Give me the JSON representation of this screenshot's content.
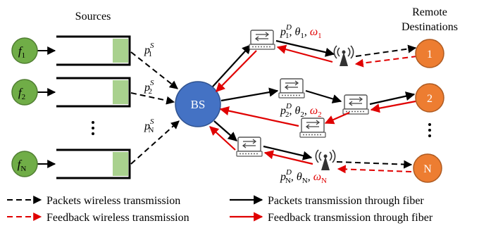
{
  "headings": {
    "sources": "Sources",
    "remote_line1": "Remote",
    "remote_line2": "Destinations"
  },
  "sources": [
    {
      "label": "f",
      "sub": "1"
    },
    {
      "label": "f",
      "sub": "2"
    },
    {
      "label": "f",
      "sub": "N"
    }
  ],
  "source_rate_labels": [
    {
      "base": "p",
      "sup": "S",
      "sub": "1"
    },
    {
      "base": "p",
      "sup": "S",
      "sub": "2"
    },
    {
      "base": "p",
      "sup": "S",
      "sub": "N"
    }
  ],
  "base_station": "BS",
  "destinations": [
    "1",
    "2",
    "N"
  ],
  "link_labels": [
    {
      "p_sup": "D",
      "p_sub": "1",
      "theta_sub": "1",
      "omega_sub": "1"
    },
    {
      "p_sup": "D",
      "p_sub": "2",
      "theta_sub": "2",
      "omega_sub": "2"
    },
    {
      "p_sup": "D",
      "p_sub": "N",
      "theta_sub": "N",
      "omega_sub": "N"
    }
  ],
  "legend": [
    {
      "text": "Packets wireless transmission",
      "style": "black-dashed"
    },
    {
      "text": "Feedback wireless transmission",
      "style": "red-dashed"
    },
    {
      "text": "Packets transmission through fiber",
      "style": "black-solid"
    },
    {
      "text": "Feedback transmission through fiber",
      "style": "red-solid"
    }
  ],
  "colors": {
    "source_fill": "#70ad47",
    "source_stroke": "#507e32",
    "bs_fill": "#4472c4",
    "bs_stroke": "#2f528f",
    "dest_fill": "#ed7d31",
    "dest_stroke": "#ae5a21",
    "queue_fill": "#a9d18e",
    "feedback": "#e00000",
    "packet": "#000000"
  }
}
